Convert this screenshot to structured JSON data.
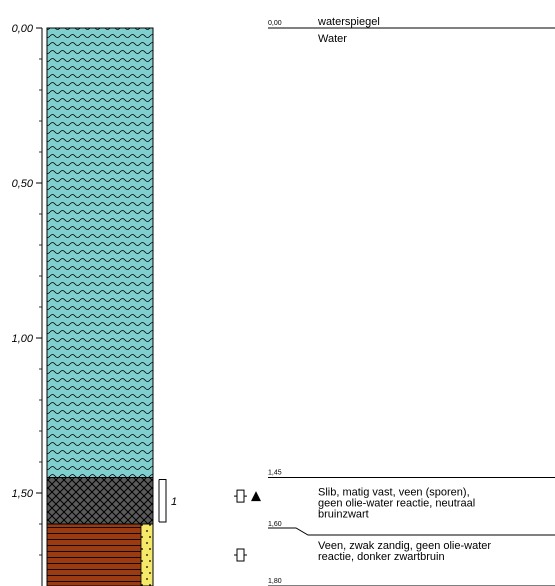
{
  "depth_axis": {
    "min": 0.0,
    "max": 1.8,
    "ticks": [
      "0,00",
      "0,50",
      "1,00",
      "1,50"
    ],
    "tick_values": [
      0.0,
      0.5,
      1.0,
      1.5
    ]
  },
  "layers": [
    {
      "top": 0.0,
      "bottom": 1.45,
      "pattern": "water",
      "color": "#7fcfcf"
    },
    {
      "top": 1.45,
      "bottom": 1.6,
      "pattern": "crosshatch",
      "color": "#5a5a5a"
    },
    {
      "top": 1.6,
      "bottom": 1.8,
      "pattern": "peat-sandy",
      "color": "#9c3a12",
      "side_color": "#f6e96a"
    }
  ],
  "sample": {
    "top": 1.45,
    "bottom": 1.6,
    "number": "1"
  },
  "symbols": [
    {
      "depth": 1.51,
      "items": [
        "sample-box-icon",
        "triangle-icon"
      ]
    },
    {
      "depth": 1.7,
      "items": [
        "sample-box-icon"
      ]
    }
  ],
  "descriptions": [
    {
      "depth": 0.0,
      "level_label": "0,00",
      "lines": [
        "waterspiegel",
        "Water"
      ]
    },
    {
      "depth": 1.45,
      "level_label": "1,45",
      "lines": [
        "Slib, matig vast, veen (sporen),",
        "geen olie-water reactie, neutraal",
        "bruinzwart"
      ]
    },
    {
      "depth": 1.6,
      "level_label": "1,60",
      "lines": [
        "Veen, zwak zandig, geen olie-water",
        "reactie, donker zwartbruin"
      ]
    },
    {
      "depth": 1.8,
      "level_label": "1,80",
      "lines": []
    }
  ]
}
